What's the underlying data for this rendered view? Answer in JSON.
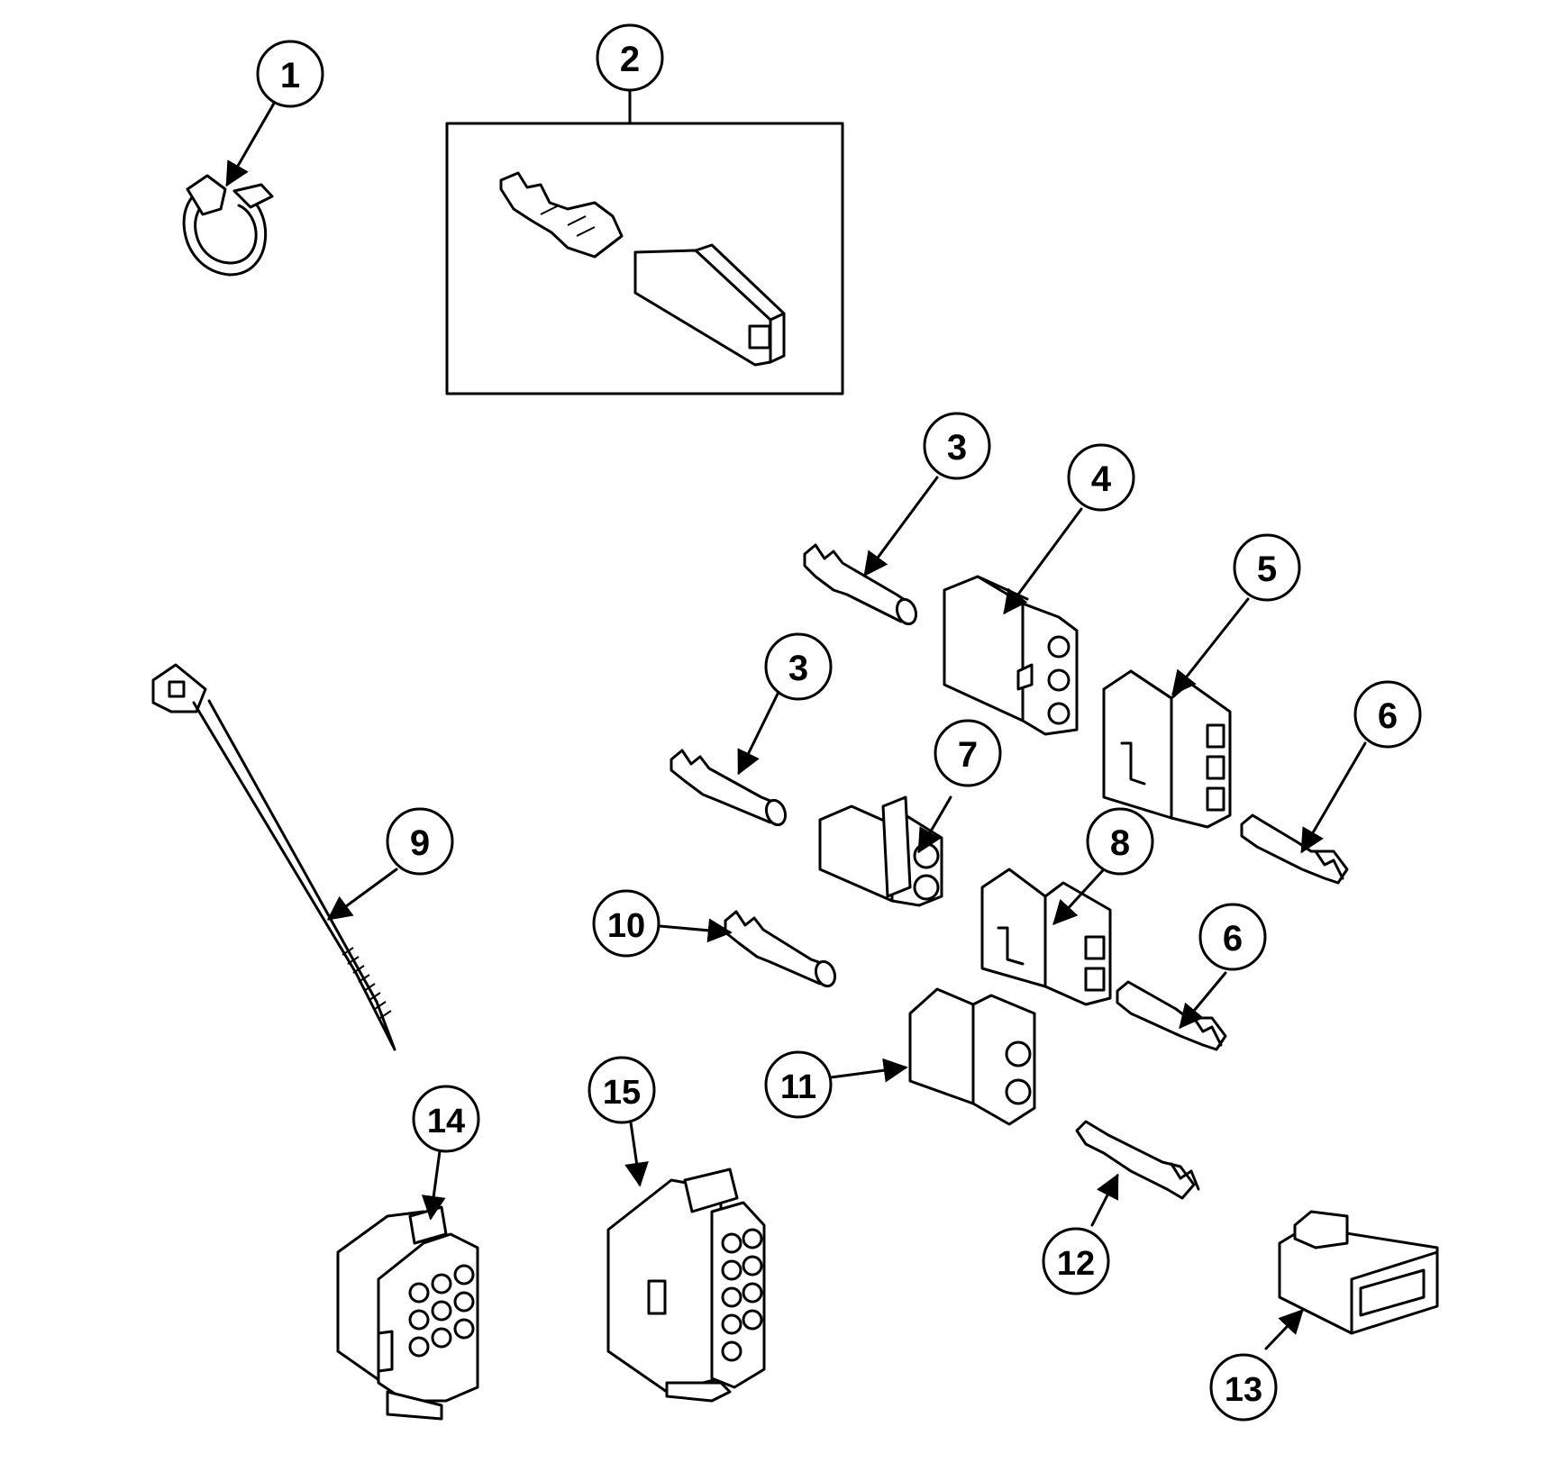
{
  "callouts": [
    {
      "id": "c1",
      "label": "1"
    },
    {
      "id": "c2",
      "label": "2"
    },
    {
      "id": "c3a",
      "label": "3"
    },
    {
      "id": "c3b",
      "label": "3"
    },
    {
      "id": "c4",
      "label": "4"
    },
    {
      "id": "c5",
      "label": "5"
    },
    {
      "id": "c6a",
      "label": "6"
    },
    {
      "id": "c6b",
      "label": "6"
    },
    {
      "id": "c7",
      "label": "7"
    },
    {
      "id": "c8",
      "label": "8"
    },
    {
      "id": "c9",
      "label": "9"
    },
    {
      "id": "c10",
      "label": "10"
    },
    {
      "id": "c11",
      "label": "11"
    },
    {
      "id": "c12",
      "label": "12"
    },
    {
      "id": "c13",
      "label": "13"
    },
    {
      "id": "c14",
      "label": "14"
    },
    {
      "id": "c15",
      "label": "15"
    }
  ],
  "parts": [
    {
      "name": "hose-clamp"
    },
    {
      "name": "terminal-and-insulator-kit"
    },
    {
      "name": "female-pin-terminal"
    },
    {
      "name": "female-pin-terminal"
    },
    {
      "name": "3-circuit-plug-housing"
    },
    {
      "name": "3-circuit-receptacle-housing"
    },
    {
      "name": "male-pin-terminal"
    },
    {
      "name": "male-pin-terminal"
    },
    {
      "name": "2-circuit-plug-housing"
    },
    {
      "name": "2-circuit-receptacle-housing"
    },
    {
      "name": "cable-tie"
    },
    {
      "name": "female-pin-terminal"
    },
    {
      "name": "2-circuit-plug-housing"
    },
    {
      "name": "male-pin-terminal"
    },
    {
      "name": "4-circuit-connector"
    },
    {
      "name": "9-circuit-plug-housing"
    },
    {
      "name": "9-circuit-receptacle-housing"
    }
  ]
}
